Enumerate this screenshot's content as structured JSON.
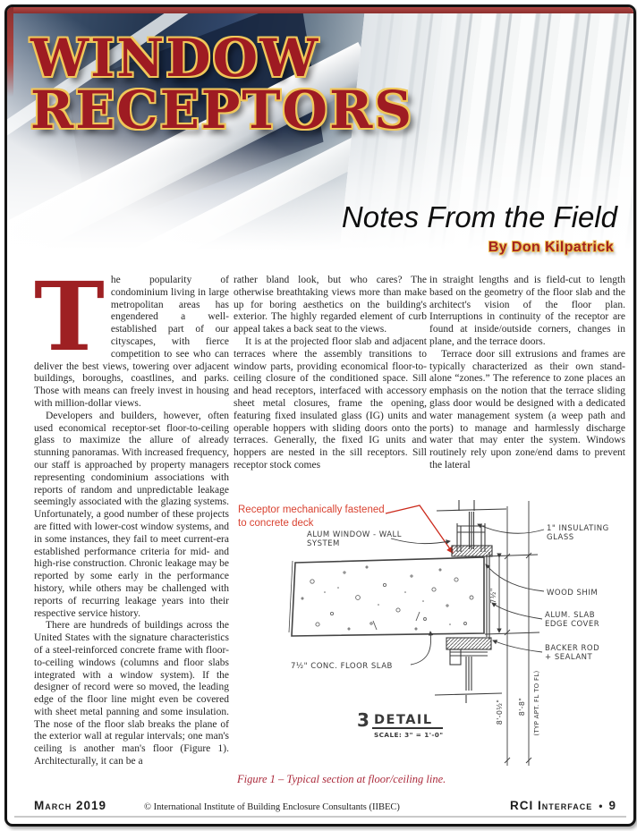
{
  "header": {
    "title_line1": "WINDOW",
    "title_line2": "RECEPTORS",
    "subtitle": "Notes From the Field",
    "byline": "By Don Kilpatrick"
  },
  "article": {
    "drop_cap": "T",
    "col1": [
      "he popularity of condominium living in large metropolitan areas has engendered a well-established part of our cityscapes, with fierce competition to see who can deliver the best views, towering over adjacent buildings, boroughs, coastlines, and parks. Those with means can freely invest in housing with million-dollar views.",
      "Developers and builders, however, often used economical receptor-set floor-to-ceiling glass to maximize the allure of already stunning panoramas. With increased frequency, our staff is approached by property managers representing condominium associations with reports of random and unpredictable leakage seemingly associated with the glazing systems. Unfortunately, a good number of these projects are fitted with lower-cost window systems, and in some instances, they fail to meet current-era established performance criteria for mid- and high-rise construction. Chronic leakage may be reported by some early in the performance history, while others may be challenged with reports of recurring leakage years into their respective service history.",
      "There are hundreds of buildings across the United States with the signature characteristics of a steel-reinforced concrete frame with floor-to-ceiling windows (columns and floor slabs integrated with a window system). If the designer of record were so moved, the leading edge of the floor line might even be covered with sheet metal panning and some insulation. The nose of the floor slab breaks the plane of the exterior wall at regular intervals; one man's ceiling is another man's floor (Figure 1). Architecturally, it can be a"
    ],
    "col2": [
      "rather bland look, but who cares? The otherwise breathtaking views more than make up for boring aesthetics on the building's exterior. The highly regarded element of curb appeal takes a back seat to the views.",
      "It is at the projected floor slab and adjacent terraces where the assembly transitions to window parts, providing economical floor-to-ceiling closure of the conditioned space. Sill and head receptors, interfaced with accessory sheet metal closures, frame the opening, featuring fixed insulated glass (IG) units and operable hoppers with sliding doors onto the terraces. Generally, the fixed IG units and hoppers are nested in the sill receptors. Sill receptor stock comes"
    ],
    "col3": [
      "in straight lengths and is field-cut to length based on the geometry of the floor slab and the architect's vision of the floor plan. Interruptions in continuity of the receptor are found at inside/outside corners, changes in plane, and the terrace doors.",
      "Terrace door sill extrusions and frames are typically characterized as their own stand-alone “zones.” The reference to zone places an emphasis on the notion that the terrace sliding glass door would be designed with a dedicated water management system (a weep path and ports) to manage and harmlessly discharge water that may enter the system. Windows routinely rely upon zone/end dams to prevent the lateral"
    ]
  },
  "figure": {
    "annotation_line1": "Receptor mechanically fastened",
    "annotation_line2": "to concrete deck",
    "labels": {
      "window_wall_1": "ALUM WINDOW - WALL",
      "window_wall_2": "SYSTEM",
      "insulating_glass_1": "1\" INSULATING",
      "insulating_glass_2": "GLASS",
      "wood_shim": "WOOD SHIM",
      "slab_edge_1": "ALUM. SLAB",
      "slab_edge_2": "EDGE COVER",
      "backer_rod_1": "BACKER ROD",
      "backer_rod_2": "+ SEALANT",
      "floor_slab": "7½\" CONC. FLOOR SLAB",
      "dim_slab": "7½\"",
      "dim_floor": "8'-0½\"",
      "dim_fl_to_fl": "8'-8\"",
      "dim_typ": "(TYP APT. FL TO FL)"
    },
    "detail_number": "3",
    "detail_title": "DETAIL",
    "detail_scale": "SCALE: 3\" = 1'-0\"",
    "caption": "Figure 1 – Typical section at floor/ceiling line."
  },
  "footer": {
    "issue": "March 2019",
    "copyright": "© International Institute of Building Enclosure Consultants (IIBEC)",
    "journal": "RCI Interface",
    "bullet": "•",
    "page_number": "9"
  },
  "colors": {
    "title_red": "#9e1b22",
    "gold_outline": "#f0c75a",
    "annotation_red": "#d94231",
    "caption_red": "#ab2a3b",
    "maroon_strip": "#a33d3b"
  }
}
